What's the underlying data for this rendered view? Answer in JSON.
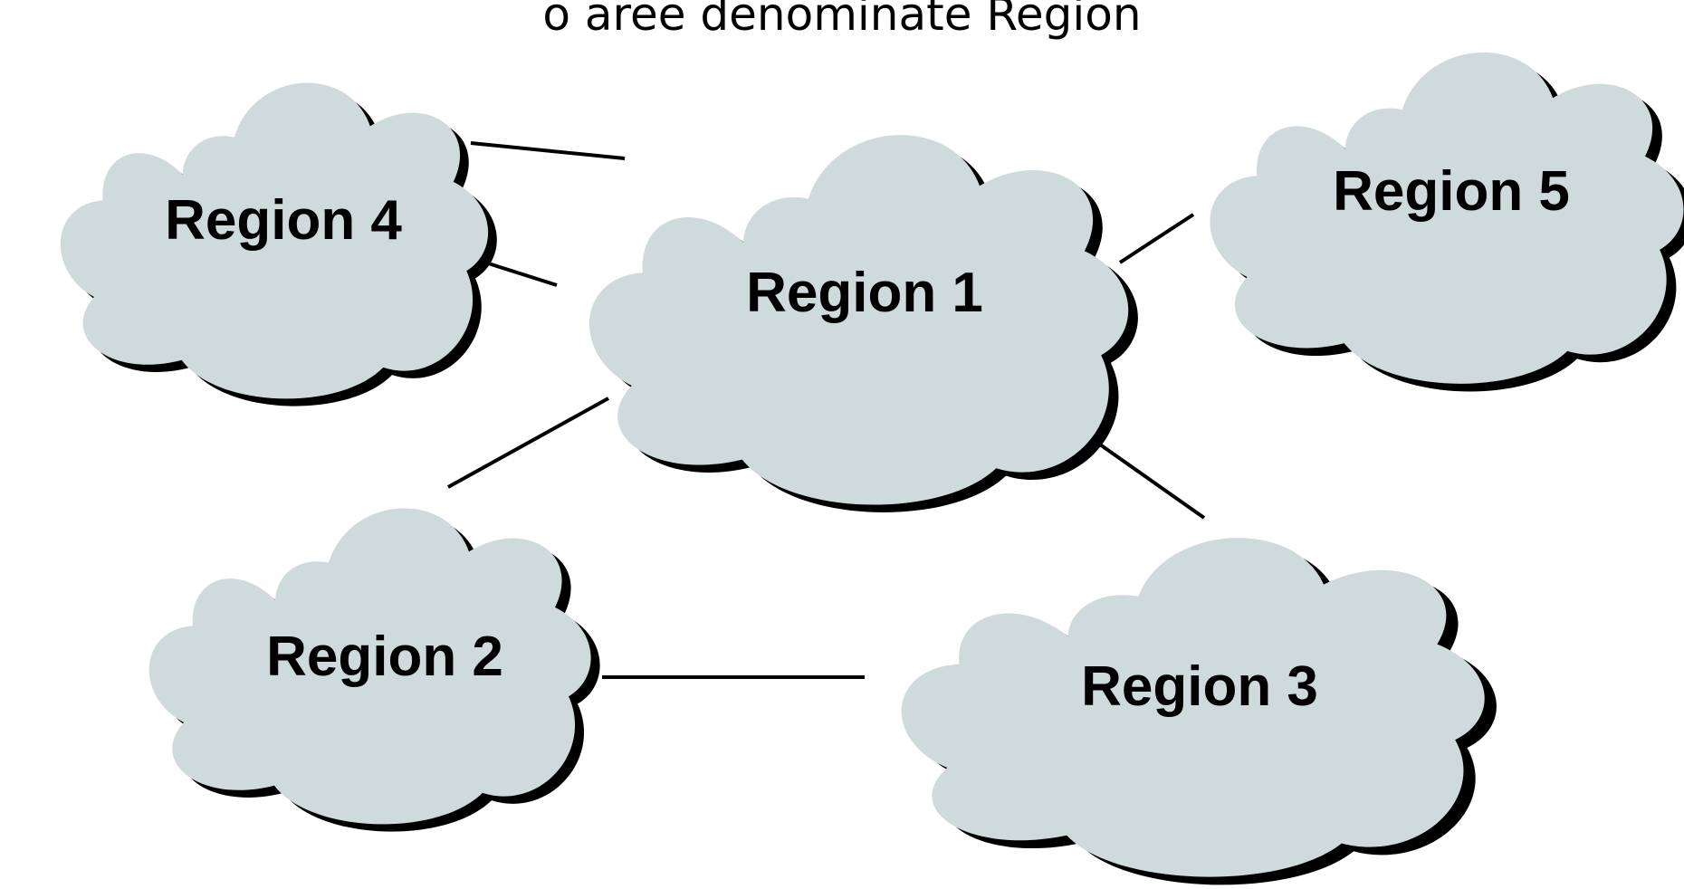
{
  "caption": "o aree denominate Region",
  "regions": [
    {
      "id": "region-1",
      "label": "Region 1"
    },
    {
      "id": "region-2",
      "label": "Region 2"
    },
    {
      "id": "region-3",
      "label": "Region 3"
    },
    {
      "id": "region-4",
      "label": "Region 4"
    },
    {
      "id": "region-5",
      "label": "Region 5"
    }
  ],
  "connections": [
    {
      "from": "region-4",
      "to": "region-1"
    },
    {
      "from": "region-4",
      "to": "region-1"
    },
    {
      "from": "region-1",
      "to": "region-5"
    },
    {
      "from": "region-1",
      "to": "region-2"
    },
    {
      "from": "region-1",
      "to": "region-3"
    },
    {
      "from": "region-2",
      "to": "region-3"
    }
  ],
  "colors": {
    "cloud_fill": "#cfdadc",
    "cloud_shadow": "#000000",
    "line": "#000000",
    "background": "#ffffff"
  }
}
